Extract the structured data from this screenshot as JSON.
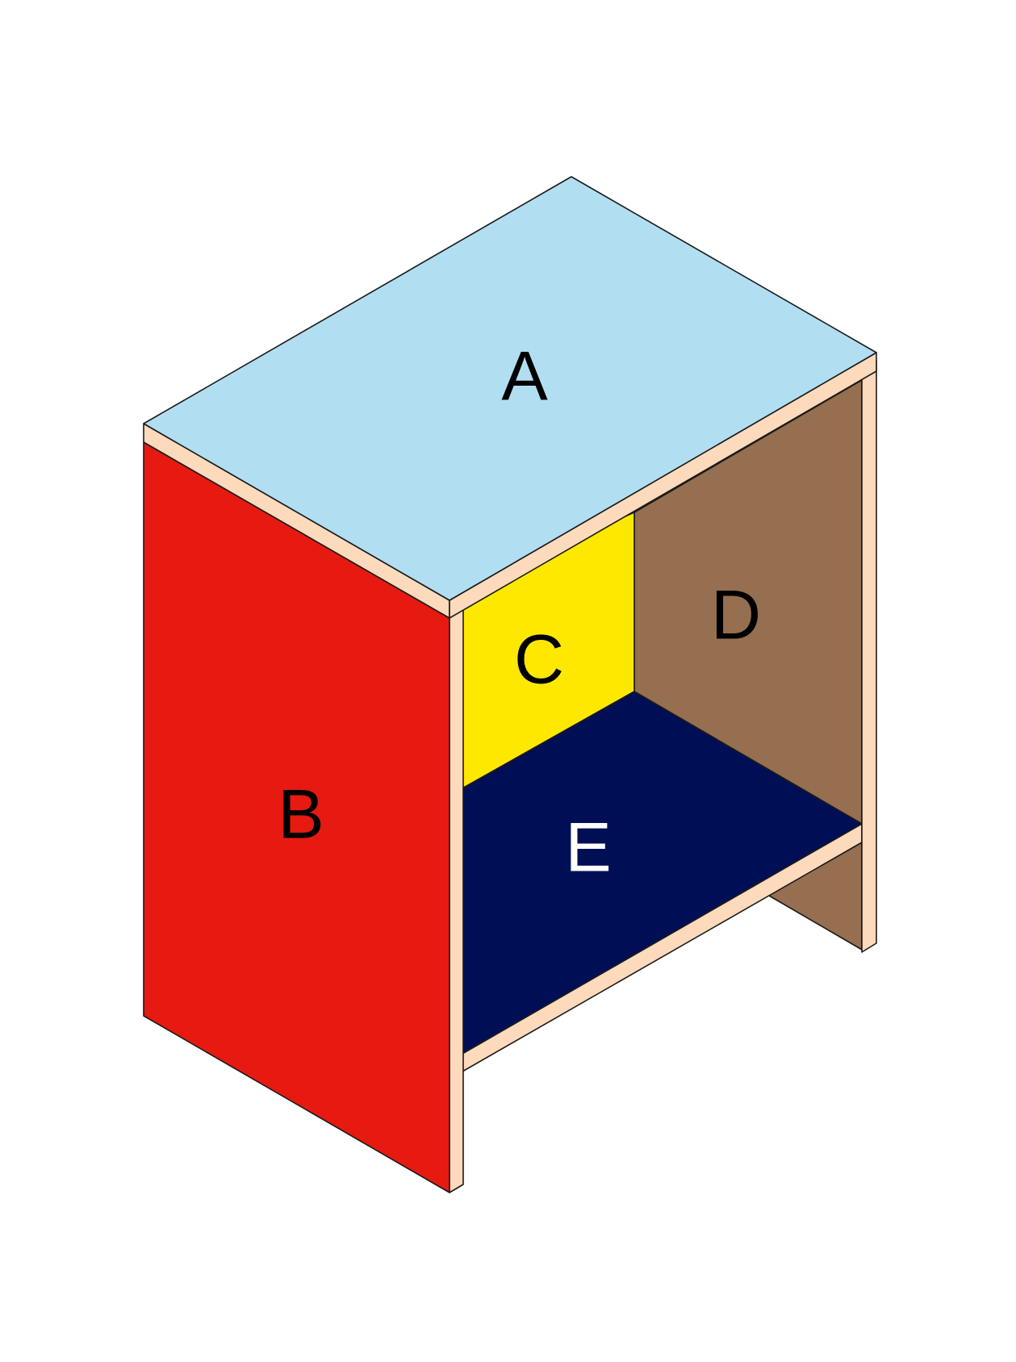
{
  "panels": [
    {
      "id": "A",
      "label": "A",
      "fill": "#b2def2",
      "text_color": "#000000"
    },
    {
      "id": "B",
      "label": "B",
      "fill": "#e61a10",
      "text_color": "#000000"
    },
    {
      "id": "C",
      "label": "C",
      "fill": "#ffe800",
      "text_color": "#000000"
    },
    {
      "id": "D",
      "label": "D",
      "fill": "#966e50",
      "text_color": "#000000"
    },
    {
      "id": "E",
      "label": "E",
      "fill": "#000f55",
      "text_color": "#ffffff"
    }
  ],
  "colors": {
    "edge_wood": "#fddabc",
    "outline": "#1a1a1a",
    "background": "#ffffff"
  }
}
